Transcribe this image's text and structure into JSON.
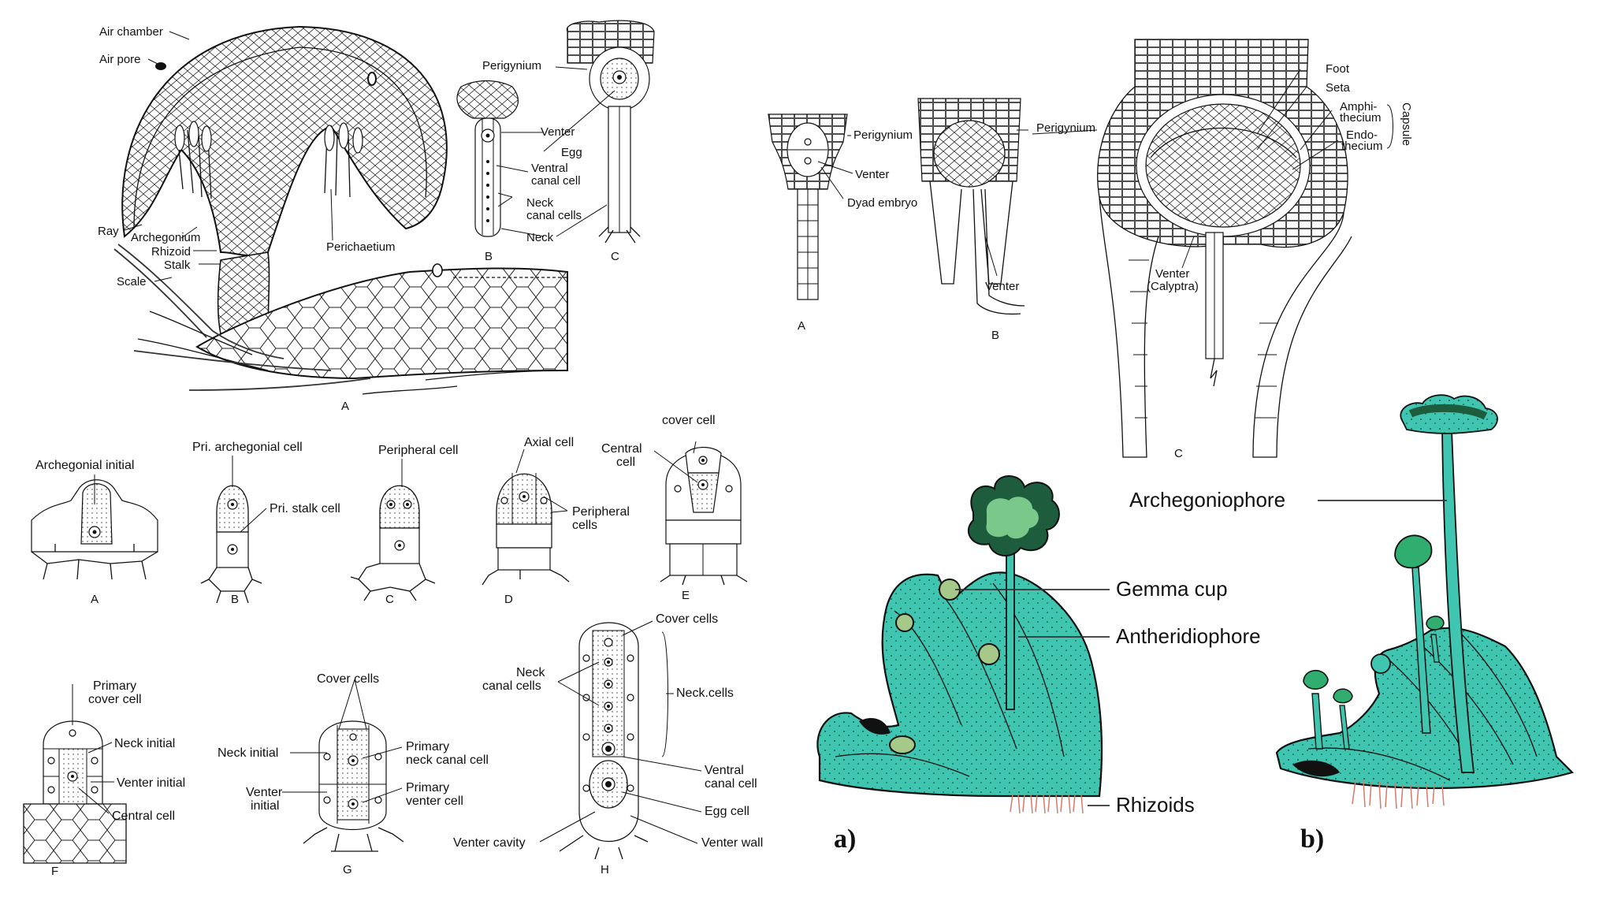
{
  "fig_receptacle": {
    "labels": {
      "air_chamber": "Air chamber",
      "air_pore": "Air pore",
      "perigynium": "Perigynium",
      "venter": "Venter",
      "egg": "Egg",
      "ventral_canal_cell": "Ventral\ncanal cell",
      "neck_canal_cells": "Neck\ncanal cells",
      "neck": "Neck",
      "ray": "Ray",
      "archegonium": "Archegonium",
      "rhizoid": "Rhizoid",
      "stalk": "Stalk",
      "scale": "Scale",
      "perichaetium": "Perichaetium"
    },
    "letters": {
      "a": "A",
      "b": "B",
      "c": "C"
    }
  },
  "fig_development": {
    "labels": {
      "archegonial_initial": "Archegonial initial",
      "pri_archegonial_cell": "Pri. archegonial cell",
      "pri_stalk_cell": "Pri. stalk cell",
      "peripheral_cell": "Peripheral cell",
      "axial_cell": "Axial cell",
      "peripheral_cells": "Peripheral\ncells",
      "cover_cell": "cover cell",
      "central_cell_e": "Central\ncell",
      "primary_cover_cell": "Primary\ncover cell",
      "neck_initial_f": "Neck initial",
      "venter_initial_f": "Venter initial",
      "central_cell_f": "Central cell",
      "cover_cells_g": "Cover cells",
      "neck_initial_g": "Neck initial",
      "venter_initial_g": "Venter\ninitial",
      "primary_neck_canal_cell": "Primary\nneck canal cell",
      "primary_venter_cell": "Primary\nventer cell",
      "cover_cells_h": "Cover cells",
      "neck_canal_cells_h": "Neck\ncanal cells",
      "neck_cells": "Neck.cells",
      "ventral_canal_cell_h": "Ventral\ncanal cell",
      "egg_cell": "Egg cell",
      "venter_cavity": "Venter cavity",
      "venter_wall": "Venter wall"
    },
    "letters": {
      "a": "A",
      "b": "B",
      "c": "C",
      "d": "D",
      "e": "E",
      "f": "F",
      "g": "G",
      "h": "H"
    }
  },
  "fig_sporophyte": {
    "labels": {
      "perigynium_a": "Perigynium",
      "venter_a": "Venter",
      "dyad_embryo": "Dyad embryo",
      "perigynium_b": "Perigynium",
      "venter_b": "Venter",
      "foot": "Foot",
      "seta": "Seta",
      "amphithecium": "Amphi-\nthecium",
      "endothecium": "Endo-\nthecium",
      "capsule": "Capsule",
      "venter_calyptra": "Venter\n(Calyptra)"
    },
    "letters": {
      "a": "A",
      "b": "B",
      "c": "C"
    }
  },
  "fig_thallus": {
    "labels": {
      "gemma_cup": "Gemma cup",
      "antheridiophore": "Antheridiophore",
      "rhizoids": "Rhizoids",
      "archegoniophore": "Archegoniophore"
    },
    "letters": {
      "a": "a)",
      "b": "b)"
    }
  },
  "colors": {
    "thallus": "#3fc5b0",
    "thallus_dark": "#2f9f8c",
    "receptacle_head": "#2fae70",
    "rhizoid": "#d47a6a"
  }
}
